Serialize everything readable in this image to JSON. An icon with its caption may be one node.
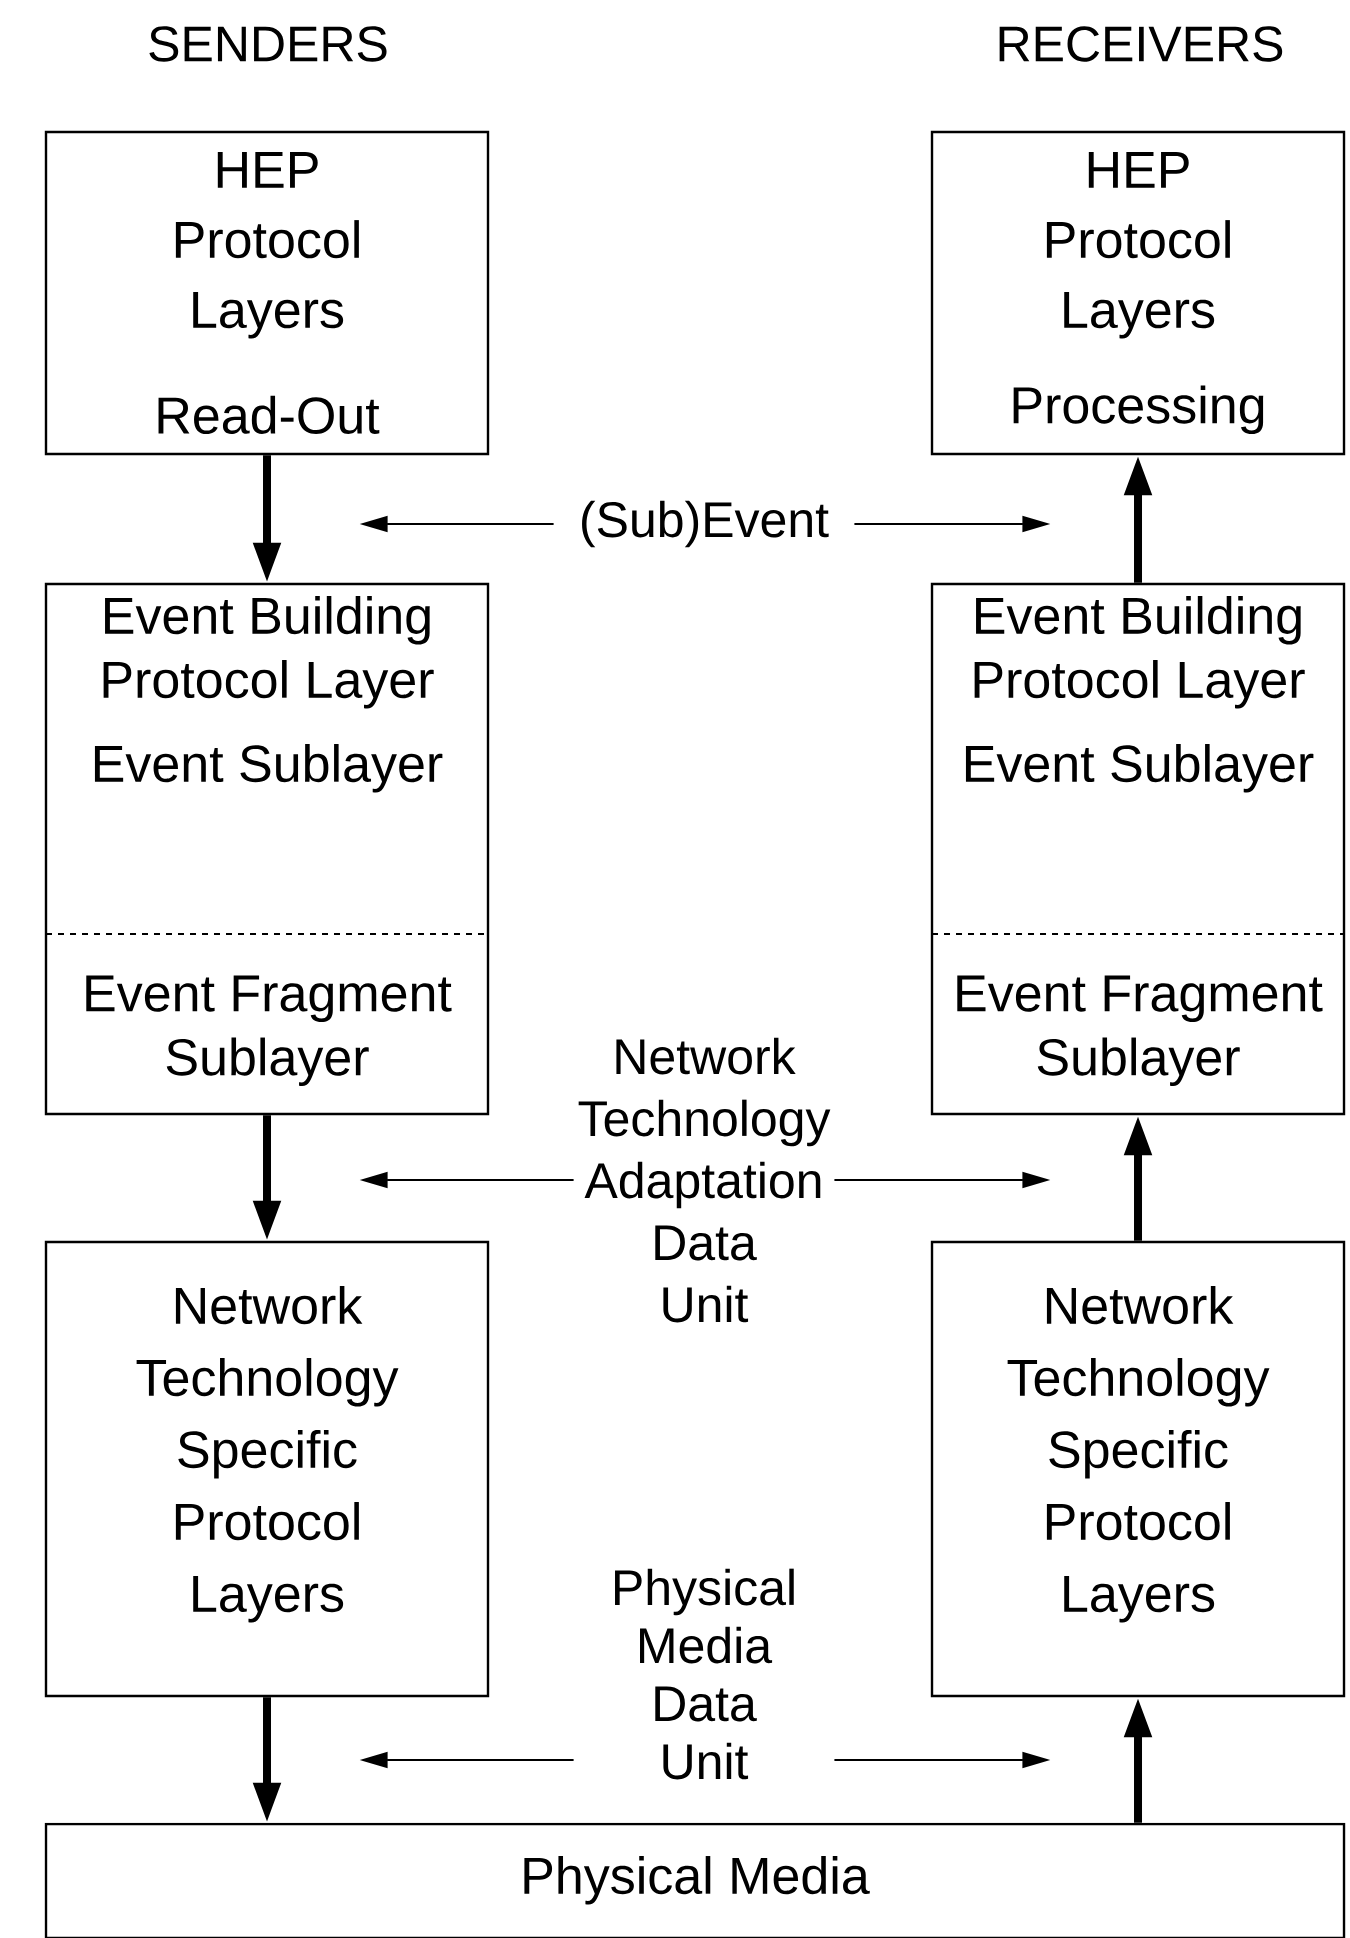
{
  "diagram": {
    "nodes": [
      {
        "text": [
          "HEP Protocol Layers",
          "Read-Out"
        ]
      },
      {
        "text": [
          "HEP Protocol Layers",
          "Processing"
        ]
      },
      {
        "text": [
          "Event Building Protocol Layer",
          "Event Sublayer",
          "Event Fragment Sublayer"
        ]
      },
      {
        "text": [
          "Event Building Protocol Layer",
          "Event Sublayer",
          "Event Fragment Sublayer"
        ]
      },
      {
        "text": [
          "Network Technology Specific Protocol Layers"
        ]
      },
      {
        "text": [
          "Network Technology Specific Protocol Layers"
        ]
      },
      {
        "text": [
          "Physical Media"
        ]
      },
      {
        "text": [
          "(Sub)Event"
        ]
      },
      {
        "text": [
          "Network Technology Adaptation Data Unit"
        ]
      },
      {
        "text": [
          "Physical Media Data Unit"
        ]
      }
    ],
    "edges": [
      {
        "from": 0,
        "to": 2,
        "arrow": "to",
        "style": "thick"
      },
      {
        "from": 3,
        "to": 1,
        "arrow": "to",
        "style": "thick"
      },
      {
        "from": 2,
        "to": 4,
        "arrow": "to",
        "style": "thick"
      },
      {
        "from": 5,
        "to": 3,
        "arrow": "to",
        "style": "thick"
      },
      {
        "from": 4,
        "to": 6,
        "arrow": "to",
        "style": "thick"
      },
      {
        "from": 6,
        "to": 5,
        "arrow": "to",
        "style": "thick"
      },
      {
        "from": 7,
        "to": null,
        "arrow": "to"
      },
      {
        "from": 7,
        "to": null,
        "arrow": "to"
      },
      {
        "from": 8,
        "to": null,
        "arrow": "to"
      },
      {
        "from": 8,
        "to": null,
        "arrow": "to"
      },
      {
        "from": 9,
        "to": null,
        "arrow": "to"
      },
      {
        "from": 9,
        "to": null,
        "arrow": "to"
      }
    ],
    "labels": [
      "SENDERS",
      "RECEIVERS"
    ]
  }
}
